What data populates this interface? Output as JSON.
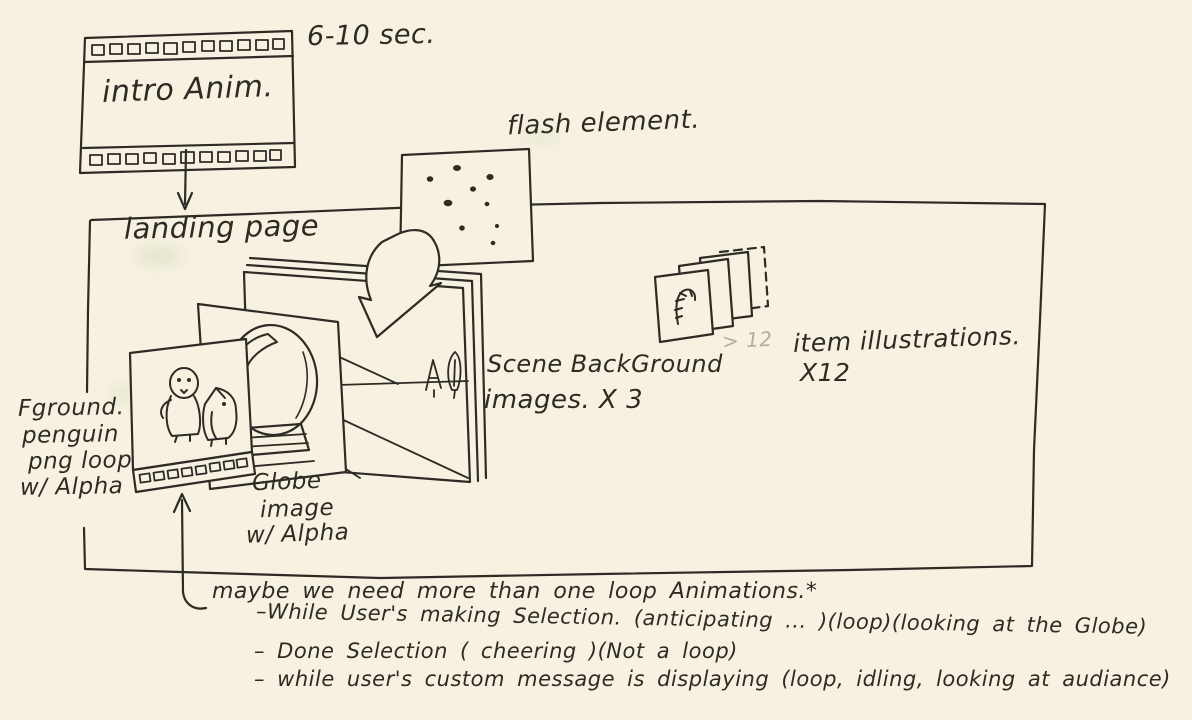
{
  "sketch": {
    "intro": {
      "label": "intro Anim.",
      "duration": "6-10 sec."
    },
    "landing": {
      "label": "landing page"
    },
    "flash": {
      "label": "flash element."
    },
    "scene": {
      "label_line1": "Scene BackGround",
      "label_line2": "images. X 3"
    },
    "items": {
      "faint_mark": "> 12",
      "label_line1": "item illustrations.",
      "label_line2": "X12"
    },
    "foreground": {
      "line1": "Fground.",
      "line2": "penguin",
      "line3": "png loop",
      "line4": "w/ Alpha"
    },
    "globe": {
      "line1": "Globe",
      "line2": "image",
      "line3": "w/ Alpha"
    },
    "notes": {
      "title": "maybe we need more than one loop Animations.*",
      "bullets": [
        "–While User's making Selection. (anticipating ... )(loop)(looking at the Globe)",
        "– Done Selection ( cheering )(Not a loop)",
        "– while user's custom message is displaying (loop, idling, looking at audiance)"
      ]
    },
    "figures": [
      "film-strip",
      "intro-down-arrow",
      "landing-page-box",
      "flash-particles-box",
      "curved-flow-arrow",
      "scene-background-stack",
      "pine-trees",
      "snow-globe",
      "penguin-foreground-card",
      "item-illustration-cards",
      "candy-cane",
      "penguin-pointer-arrow"
    ],
    "colors": {
      "paper": "#f7f1e1",
      "ink": "#2e2b25",
      "faint": "#b5ad9c"
    }
  }
}
